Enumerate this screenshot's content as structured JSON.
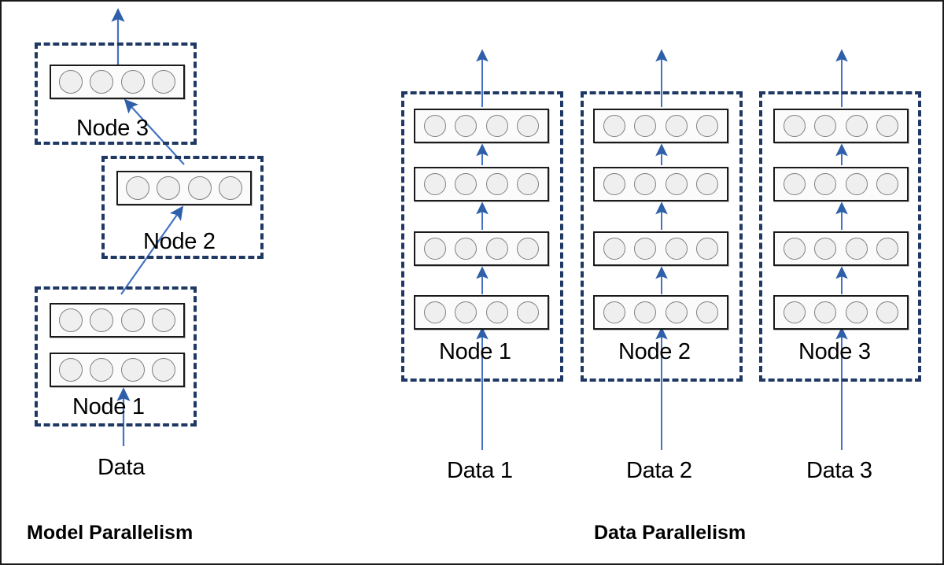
{
  "figure": {
    "title_left": "Model Parallelism",
    "title_right": "Data Parallelism",
    "colors": {
      "group_border": "#1F3864",
      "arrow": "#4472C4",
      "arrow_head": "#2E5FA8",
      "layer_border": "#1a1a1a",
      "neuron_fill": "#efefef",
      "neuron_border": "#808080",
      "background": "#ffffff",
      "frame": "#1a1a1a"
    }
  },
  "model_parallelism": {
    "caption": "Model Parallelism",
    "input_label": "Data",
    "nodes": [
      {
        "label": "Node 1",
        "layers": 2,
        "neurons_per_layer": 4
      },
      {
        "label": "Node 2",
        "layers": 1,
        "neurons_per_layer": 4
      },
      {
        "label": "Node 3",
        "layers": 1,
        "neurons_per_layer": 4
      }
    ],
    "flow": [
      "Data -> Node 1",
      "Node 1 -> Node 2",
      "Node 2 -> Node 3",
      "Node 3 -> output"
    ]
  },
  "data_parallelism": {
    "caption": "Data Parallelism",
    "nodes": [
      {
        "label": "Node 1",
        "input_label": "Data 1",
        "layers": 4,
        "neurons_per_layer": 4
      },
      {
        "label": "Node 2",
        "input_label": "Data 2",
        "layers": 4,
        "neurons_per_layer": 4
      },
      {
        "label": "Node 3",
        "input_label": "Data 3",
        "layers": 4,
        "neurons_per_layer": 4
      }
    ]
  }
}
